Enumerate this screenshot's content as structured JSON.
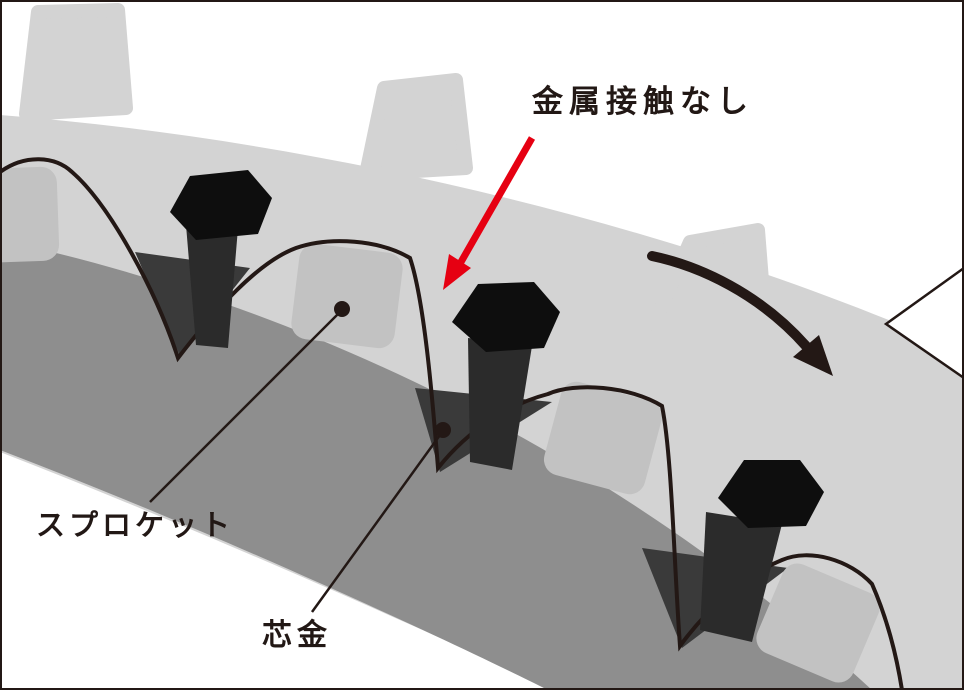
{
  "diagram": {
    "type": "rubber-crawler-sprocket-engagement",
    "annotations": {
      "no_metal_contact": {
        "label": "金属接触なし"
      },
      "sprocket": {
        "label": "スプロケット"
      },
      "core_metal": {
        "label": "芯金"
      }
    },
    "colors": {
      "background": "#ffffff",
      "frame": "#231815",
      "rubber_band_light": "#d3d3d3",
      "sprocket_tooth": "#c2c2c2",
      "band_dark": "#8e8e8e",
      "pocket_dark": "#3a3a3a",
      "bolt_head_black": "#0e0e0e",
      "bolt_shank": "#2b2b2b",
      "profile_line": "#231815",
      "pointer_arrow_red": "#e60012",
      "rotation_arrow": "#231815",
      "label_text": "#221815"
    }
  }
}
